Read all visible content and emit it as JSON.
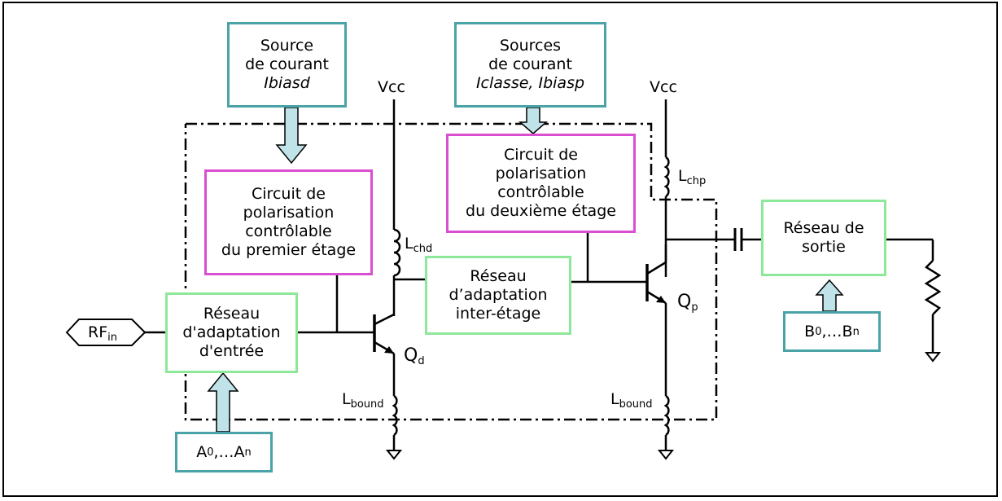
{
  "boxes": {
    "src1": {
      "line1": "Source",
      "line2": "de courant",
      "line3": "Ibiasd"
    },
    "src2": {
      "line1": "Sources",
      "line2": "de courant",
      "line3": "Iclasse, Ibiasp"
    },
    "pol1": {
      "line1": "Circuit de",
      "line2": "polarisation",
      "line3": "contrôlable",
      "line4": "du premier étage"
    },
    "pol2": {
      "line1": "Circuit de",
      "line2": "polarisation",
      "line3": "contrôlable",
      "line4": "du deuxième étage"
    },
    "in_net": {
      "line1": "Réseau",
      "line2": "d'adaptation",
      "line3": "d'entrée"
    },
    "inter_net": {
      "line1": "Réseau",
      "line2": "d’adaptation",
      "line3": "inter-étage"
    },
    "out_net": {
      "line1": "Réseau de",
      "line2": "sortie"
    },
    "ctrl_a": {
      "main1": "A",
      "sub1": "0",
      "sep": ",…",
      "main2": "A",
      "sub2": "n"
    },
    "ctrl_b": {
      "main1": "B",
      "sub1": "0",
      "sep": ",…",
      "main2": "B",
      "sub2": "n"
    }
  },
  "labels": {
    "vcc1": "Vcc",
    "vcc2": "Vcc",
    "rf_in": {
      "main": "RF",
      "sub": "in"
    },
    "lchd": {
      "main": "L",
      "sub": "chd"
    },
    "lchp": {
      "main": "L",
      "sub": "chp"
    },
    "lbound1": {
      "main": "L",
      "sub": "bound"
    },
    "lbound2": {
      "main": "L",
      "sub": "bound"
    },
    "qd": {
      "main": "Q",
      "sub": "d"
    },
    "qp": {
      "main": "Q",
      "sub": "p"
    }
  },
  "colors": {
    "source_border": "#4aa3a6",
    "polar_border": "#d94fd0",
    "network_border": "#8ee89a",
    "arrow_fill": "#bfe3e8",
    "wire": "#000000"
  }
}
